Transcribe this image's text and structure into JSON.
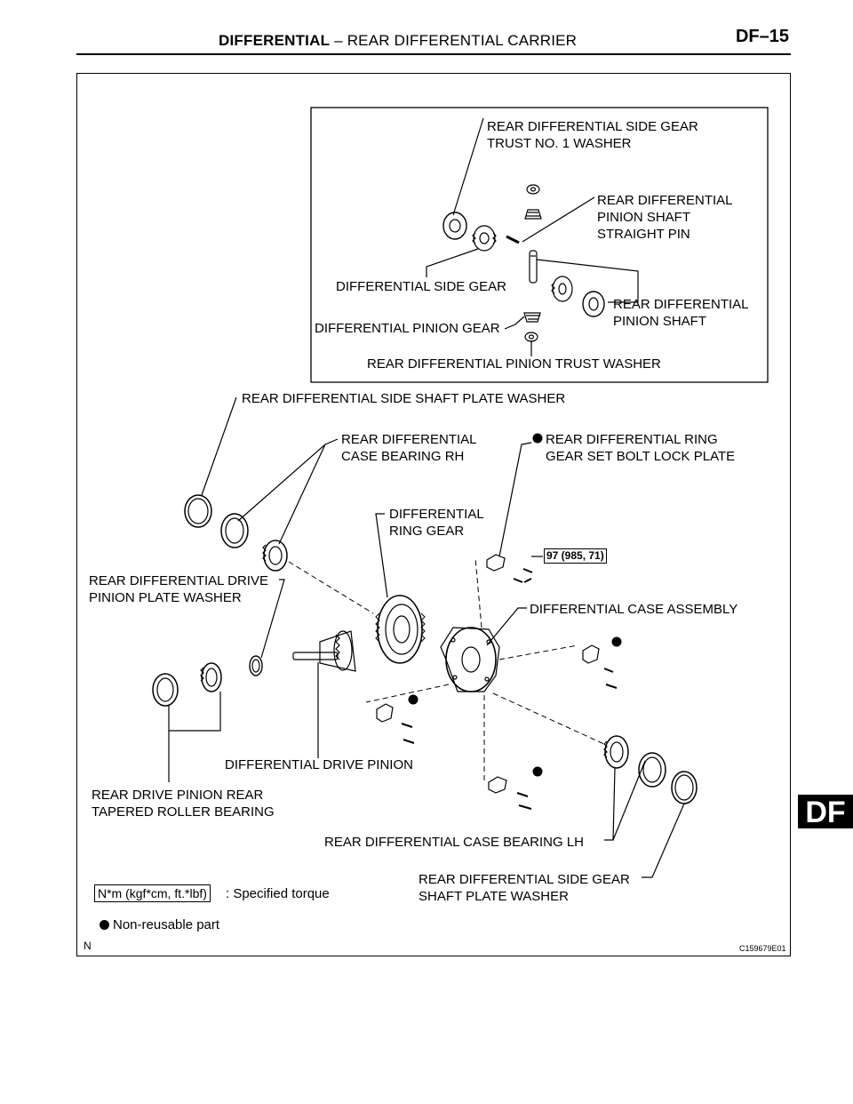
{
  "header": {
    "section": "DIFFERENTIAL",
    "separator": " – ",
    "subsection": "REAR DIFFERENTIAL CARRIER",
    "page_code": "DF–15"
  },
  "side_tab": "DF",
  "labels": {
    "thrust_washer_1": "REAR DIFFERENTIAL SIDE GEAR\nTRUST NO. 1 WASHER",
    "straight_pin": "REAR DIFFERENTIAL\nPINION SHAFT\nSTRAIGHT PIN",
    "side_gear": "DIFFERENTIAL SIDE GEAR",
    "pinion_shaft": "REAR DIFFERENTIAL\nPINION SHAFT",
    "pinion_gear": "DIFFERENTIAL PINION GEAR",
    "pinion_thrust_washer": "REAR DIFFERENTIAL PINION TRUST WASHER",
    "side_shaft_plate_washer": "REAR DIFFERENTIAL SIDE SHAFT PLATE WASHER",
    "case_bearing_rh": "REAR DIFFERENTIAL\nCASE BEARING RH",
    "lock_plate": "REAR DIFFERENTIAL RING\nGEAR SET BOLT LOCK PLATE",
    "ring_gear": "DIFFERENTIAL\nRING GEAR",
    "pinion_plate_washer": "REAR DIFFERENTIAL DRIVE\nPINION PLATE WASHER",
    "case_assembly": "DIFFERENTIAL CASE ASSEMBLY",
    "drive_pinion": "DIFFERENTIAL DRIVE PINION",
    "rear_bearing": "REAR DRIVE PINION REAR\nTAPERED ROLLER BEARING",
    "case_bearing_lh": "REAR DIFFERENTIAL CASE BEARING LH",
    "side_gear_shaft_plate_washer": "REAR DIFFERENTIAL SIDE GEAR\nSHAFT PLATE WASHER"
  },
  "torque_value": "97 (985, 71)",
  "legend": {
    "torque_units": "N*m (kgf*cm, ft.*lbf)",
    "torque_text": ": Specified torque",
    "non_reusable": "Non-reusable part"
  },
  "figure_code": "C159679E01",
  "corner_letter": "N"
}
